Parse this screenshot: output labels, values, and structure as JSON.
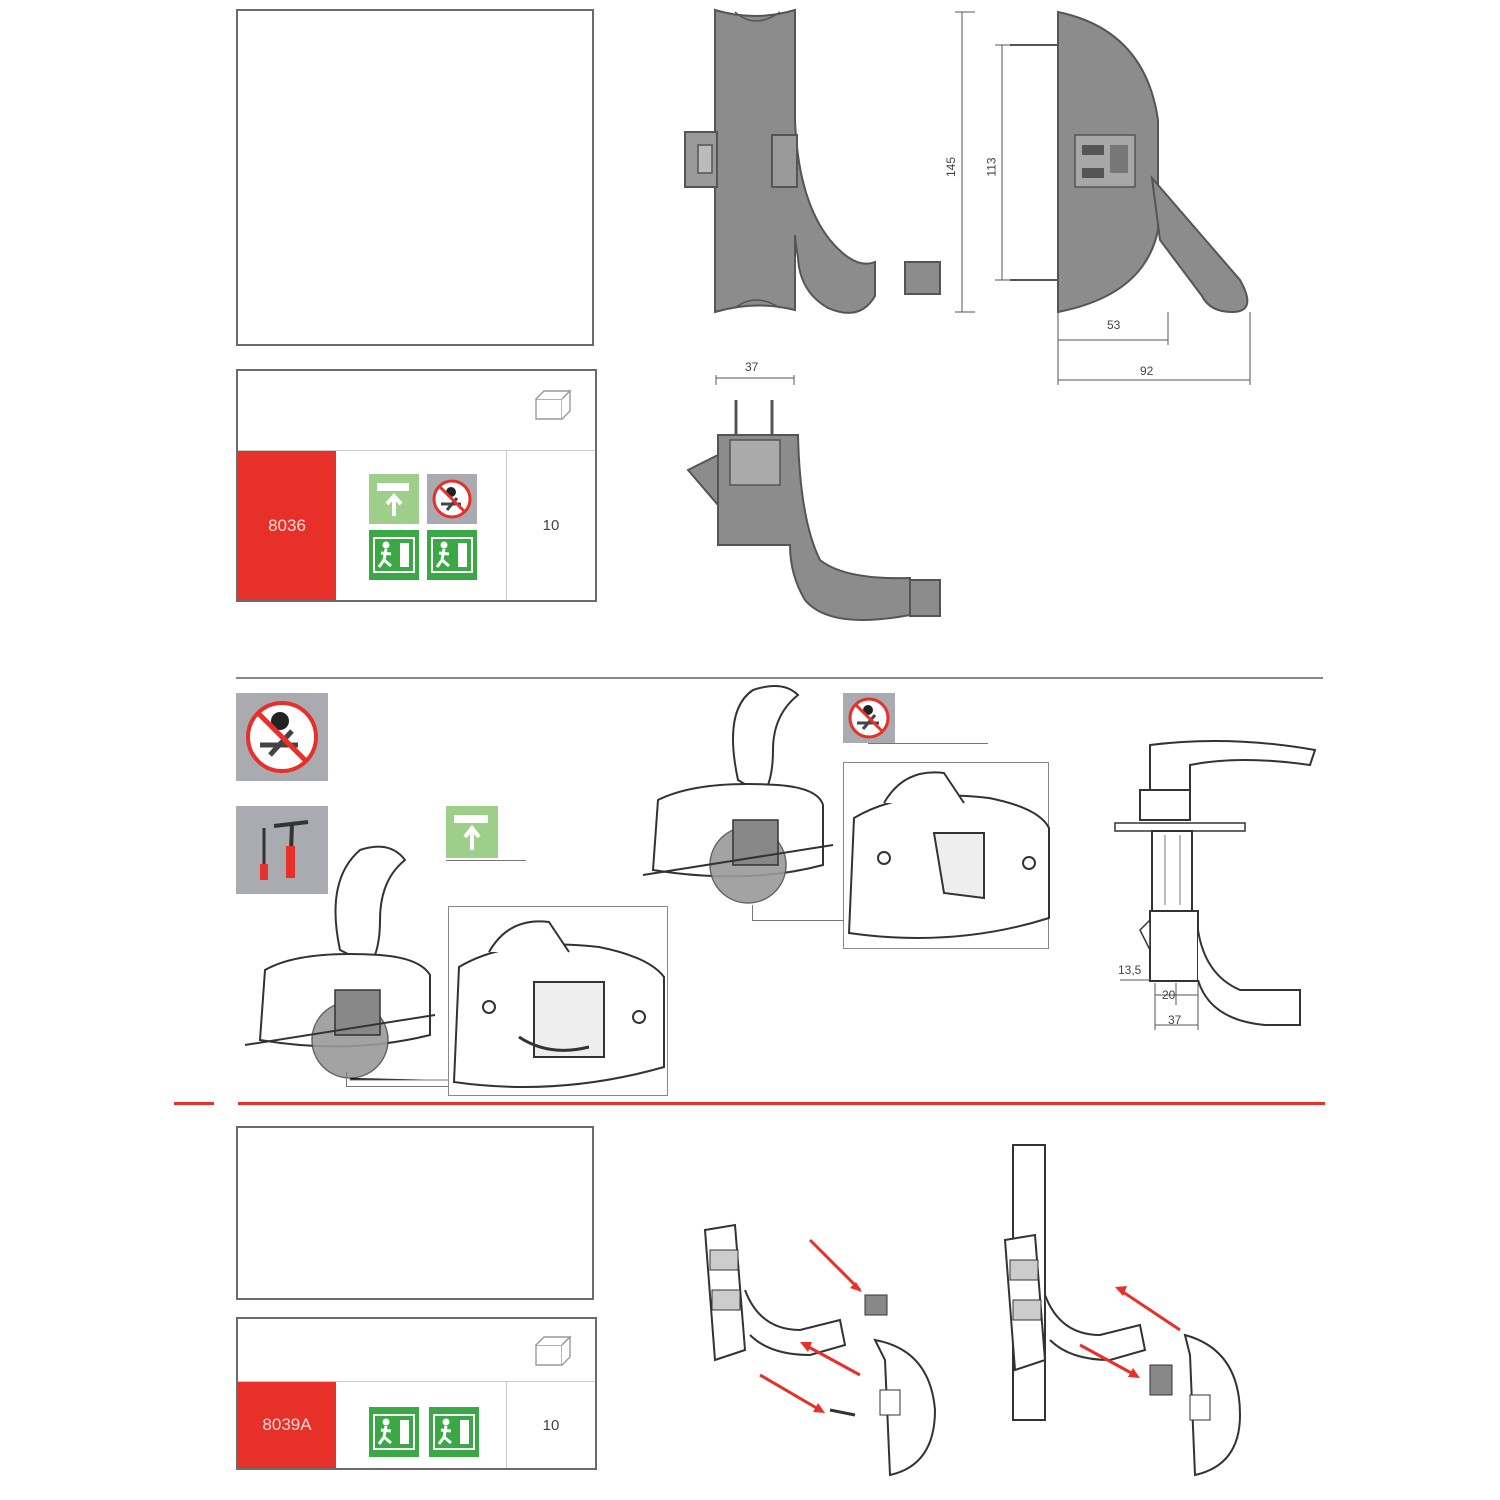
{
  "product_a": {
    "code": "8036",
    "quantity": "10"
  },
  "product_b": {
    "code": "8039A",
    "quantity": "10"
  },
  "dimensions": {
    "height_total": "145",
    "height_inner": "113",
    "depth_inner": "53",
    "depth_total": "92",
    "width_top": "37",
    "offset_left": "13,5",
    "offset_mid": "20",
    "width_bottom": "37"
  },
  "colors": {
    "accent_red": "#e8302a",
    "safety_green": "#3aa845",
    "light_green": "#9dcf8a",
    "icon_grey": "#a9abb0",
    "part_grey": "#8c8c8c"
  },
  "icons": [
    "box-icon",
    "push-bar-icon",
    "no-key-icon",
    "emergency-exit-icon",
    "tools-icon"
  ]
}
